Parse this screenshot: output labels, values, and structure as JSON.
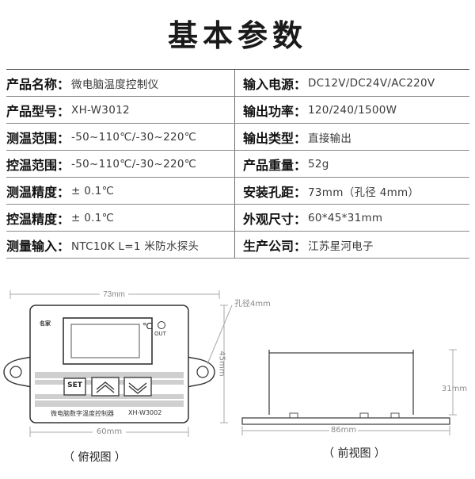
{
  "title": "基本参数",
  "specs": [
    {
      "l_label": "产品名称",
      "l_value": "微电脑温度控制仪",
      "r_label": "输入电源",
      "r_value": "DC12V/DC24V/AC220V"
    },
    {
      "l_label": "产品型号",
      "l_value": "XH-W3012",
      "r_label": "输出功率",
      "r_value": "120/240/1500W"
    },
    {
      "l_label": "测温范围",
      "l_value": "-50~110℃/-30~220℃",
      "r_label": "输出类型",
      "r_value": "直接输出"
    },
    {
      "l_label": "控温范围",
      "l_value": "-50~110℃/-30~220℃",
      "r_label": "产品重量",
      "r_value": "52g"
    },
    {
      "l_label": "测温精度",
      "l_value": "± 0.1℃",
      "r_label": "安装孔距",
      "r_value": "73mm（孔径 4mm）"
    },
    {
      "l_label": "控温精度",
      "l_value": "± 0.1℃",
      "r_label": "外观尺寸",
      "r_value": "60*45*31mm"
    },
    {
      "l_label": "测量输入",
      "l_value": "NTC10K L=1 米防水探头",
      "r_label": "生产公司",
      "r_value": "江苏星河电子"
    }
  ],
  "colon": "：",
  "top_view": {
    "dim_width": "73mm",
    "dim_body_width": "60mm",
    "dim_height": "45mm",
    "hole_label": "孔径4mm",
    "brand": "名家",
    "unit": "℃",
    "out_label": "OUT",
    "btn_set": "SET",
    "device_name": "微电脑数字温度控制器",
    "model": "XH-W3002",
    "caption": "（ 俯视图 ）"
  },
  "front_view": {
    "dim_width": "86mm",
    "dim_height": "31mm",
    "caption": "（ 前视图 ）"
  }
}
